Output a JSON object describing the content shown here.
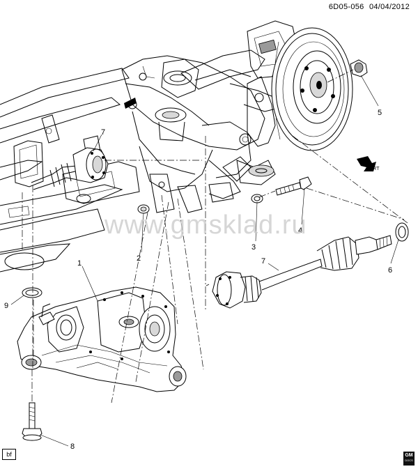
{
  "header": {
    "diagram_code": "6D05-056",
    "date": "04/04/2012"
  },
  "watermark": "www.gmsklad.ru",
  "corner_tag": "bf",
  "logo": {
    "main": "GM",
    "sub": "DOCS"
  },
  "front_indicator": "FRT",
  "callouts": [
    {
      "id": "c1",
      "number": "1"
    },
    {
      "id": "c2",
      "number": "2"
    },
    {
      "id": "c3",
      "number": "3"
    },
    {
      "id": "c4",
      "number": "4"
    },
    {
      "id": "c5",
      "number": "5"
    },
    {
      "id": "c6",
      "number": "6"
    },
    {
      "id": "c7a",
      "number": "7"
    },
    {
      "id": "c7b",
      "number": "7"
    },
    {
      "id": "c8",
      "number": "8"
    },
    {
      "id": "c9",
      "number": "9"
    }
  ]
}
